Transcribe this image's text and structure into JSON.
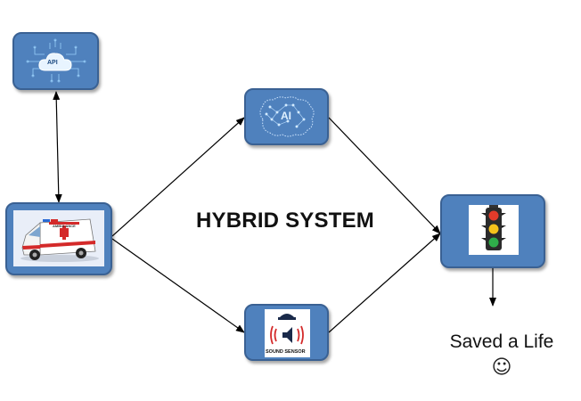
{
  "title": "HYBRID SYSTEM",
  "outcome": {
    "text": "Saved a Life",
    "emoji": "☺"
  },
  "nodes": {
    "api": {
      "label": "API",
      "icon": "cloud-circuit-icon"
    },
    "ambulance": {
      "label": "AMBULANCE",
      "icon": "ambulance-icon"
    },
    "ai": {
      "label": "AI",
      "icon": "brain-network-icon"
    },
    "sound": {
      "label": "SOUND SENSOR",
      "icon": "speaker-siren-icon"
    },
    "traffic": {
      "icon": "traffic-light-icon"
    }
  },
  "colors": {
    "node_fill": "#4f81bd",
    "node_border": "#3a6193",
    "arrow": "#000000",
    "red": "#e23b2a",
    "yellow": "#f6c21b",
    "green": "#2fae4a"
  },
  "edges": [
    {
      "from": "api",
      "to": "ambulance",
      "bidirectional": true
    },
    {
      "from": "ambulance",
      "to": "ai"
    },
    {
      "from": "ambulance",
      "to": "sound"
    },
    {
      "from": "ai",
      "to": "traffic"
    },
    {
      "from": "sound",
      "to": "traffic"
    },
    {
      "from": "traffic",
      "to": "outcome"
    }
  ]
}
